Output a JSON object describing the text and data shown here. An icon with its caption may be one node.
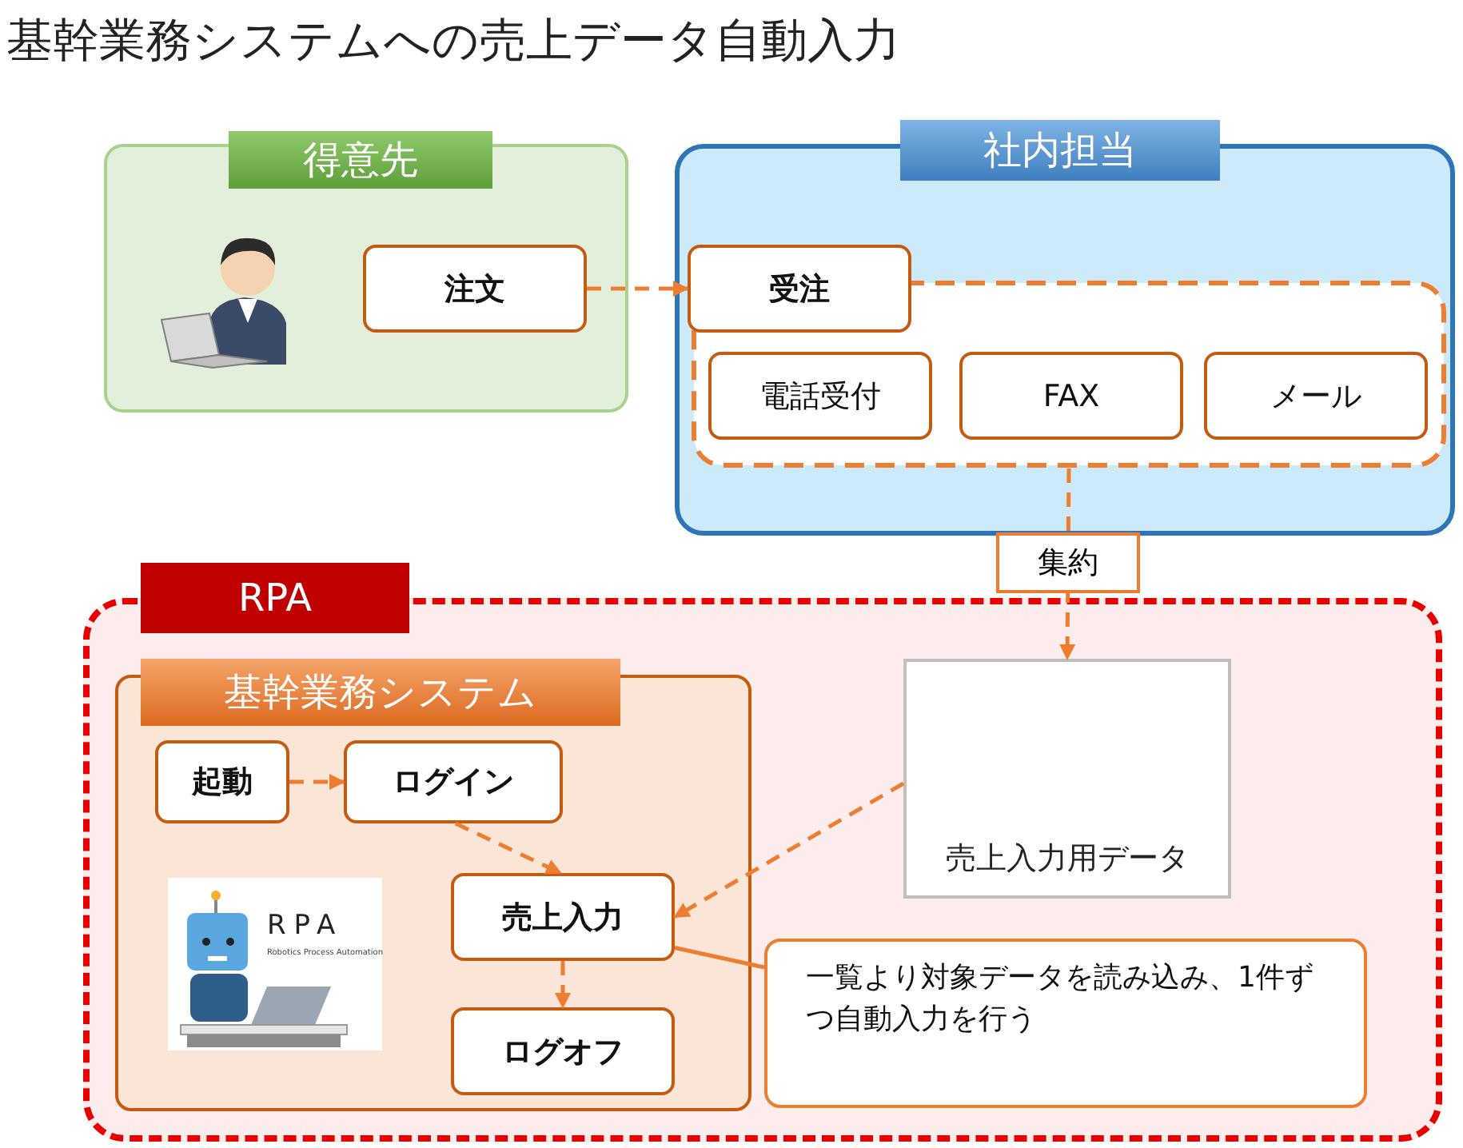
{
  "diagram": {
    "title": "基幹業務システムへの売上データ自動入力",
    "nodes": [
      {
        "text": [
          "得意先"
        ]
      },
      {
        "text": [],
        "shape": "person",
        "in": 0
      },
      {
        "text": [
          "注文"
        ],
        "in": 0
      },
      {
        "text": [
          "社内担当"
        ]
      },
      {
        "text": [
          "受注"
        ],
        "in": 3
      },
      {
        "text": [],
        "shape": "box",
        "in": 3
      },
      {
        "text": [
          "電話受付"
        ],
        "in": 5
      },
      {
        "text": [
          "FAX"
        ],
        "in": 5
      },
      {
        "text": [
          "メール"
        ],
        "in": 5
      },
      {
        "text": [
          "RPA"
        ]
      },
      {
        "text": [
          "売上入力用データ"
        ],
        "in": 9
      },
      {
        "text": [
          "基幹業務システム"
        ],
        "in": 9
      },
      {
        "text": [
          "起動"
        ],
        "in": 11
      },
      {
        "text": [
          "ログイン"
        ],
        "in": 11
      },
      {
        "text": [
          "売上入力"
        ],
        "in": 11
      },
      {
        "text": [
          "ログオフ"
        ],
        "in": 11
      },
      {
        "text": [
          "一覧より対象データを読み込み、1件ずつ自動入力を行う"
        ],
        "in": 9
      }
    ],
    "edges": [
      {
        "from": 2,
        "to": 4,
        "arrow": "to",
        "style": "dashed"
      },
      {
        "from": 5,
        "to": 10,
        "arrow": "to",
        "style": "dashed",
        "label": "集約"
      },
      {
        "from": 12,
        "to": 13,
        "arrow": "to",
        "style": "dashed"
      },
      {
        "from": 13,
        "to": 14,
        "arrow": "to",
        "style": "dashed"
      },
      {
        "from": 10,
        "to": 14,
        "arrow": "to",
        "style": "dashed"
      },
      {
        "from": 14,
        "to": 15,
        "arrow": "to",
        "style": "dashed"
      },
      {
        "from": 16,
        "to": 14,
        "arrow": "none"
      }
    ],
    "labels": [
      "RPA",
      "Robotics Process Automation"
    ]
  }
}
